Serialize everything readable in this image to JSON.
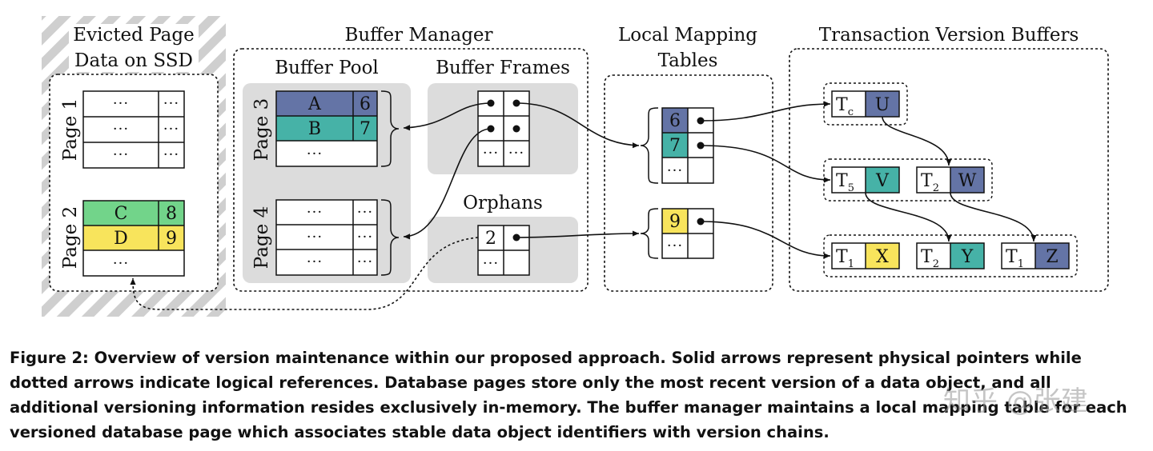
{
  "colors": {
    "blue": "#6474a6",
    "teal": "#46b2a7",
    "green": "#72d48a",
    "yellow": "#f8e45c",
    "gray_region": "#dcdcdc",
    "hatch": "#cfcfcf"
  },
  "ssd": {
    "title_line1": "Evicted Page",
    "title_line2": "Data on SSD",
    "page1": {
      "label": "Page 1",
      "rows": [
        [
          "···",
          "···"
        ],
        [
          "···",
          "···"
        ],
        [
          "···",
          "···"
        ]
      ]
    },
    "page2": {
      "label": "Page 2",
      "rows": [
        [
          "C",
          "8"
        ],
        [
          "D",
          "9"
        ],
        [
          "···",
          ""
        ]
      ]
    }
  },
  "buffer_manager": {
    "title": "Buffer Manager",
    "pool_title": "Buffer Pool",
    "page3": {
      "label": "Page 3",
      "rows": [
        [
          "A",
          "6"
        ],
        [
          "B",
          "7"
        ],
        [
          "···",
          ""
        ]
      ]
    },
    "page4": {
      "label": "Page 4",
      "rows": [
        [
          "···",
          "···"
        ],
        [
          "···",
          "···"
        ],
        [
          "···",
          "···"
        ]
      ]
    },
    "frames_title": "Buffer Frames",
    "frames_dots": "···",
    "orphans_title": "Orphans",
    "orphan_id": "2",
    "orphan_dots": "···"
  },
  "mapping": {
    "title_line1": "Local Mapping",
    "title_line2": "Tables",
    "table1": [
      "6",
      "7",
      "···"
    ],
    "table2": [
      "9",
      "···"
    ]
  },
  "versions": {
    "title": "Transaction Version Buffers",
    "chain1": [
      {
        "t": "T",
        "sub": "c",
        "v": "U"
      }
    ],
    "chain2": [
      {
        "t": "T",
        "sub": "5",
        "v": "V"
      },
      {
        "t": "T",
        "sub": "2",
        "v": "W"
      }
    ],
    "chain3": [
      {
        "t": "T",
        "sub": "1",
        "v": "X"
      },
      {
        "t": "T",
        "sub": "2",
        "v": "Y"
      },
      {
        "t": "T",
        "sub": "1",
        "v": "Z"
      }
    ]
  },
  "caption": "Figure 2: Overview of version maintenance within our proposed approach. Solid arrows represent physical pointers while dotted arrows indicate logical references. Database pages store only the most recent version of a data object, and all additional versioning information resides exclusively in-memory. The buffer manager maintains a local mapping table for each versioned database page which associates stable data object identifiers with version chains.",
  "watermark": "知乎 @张建"
}
